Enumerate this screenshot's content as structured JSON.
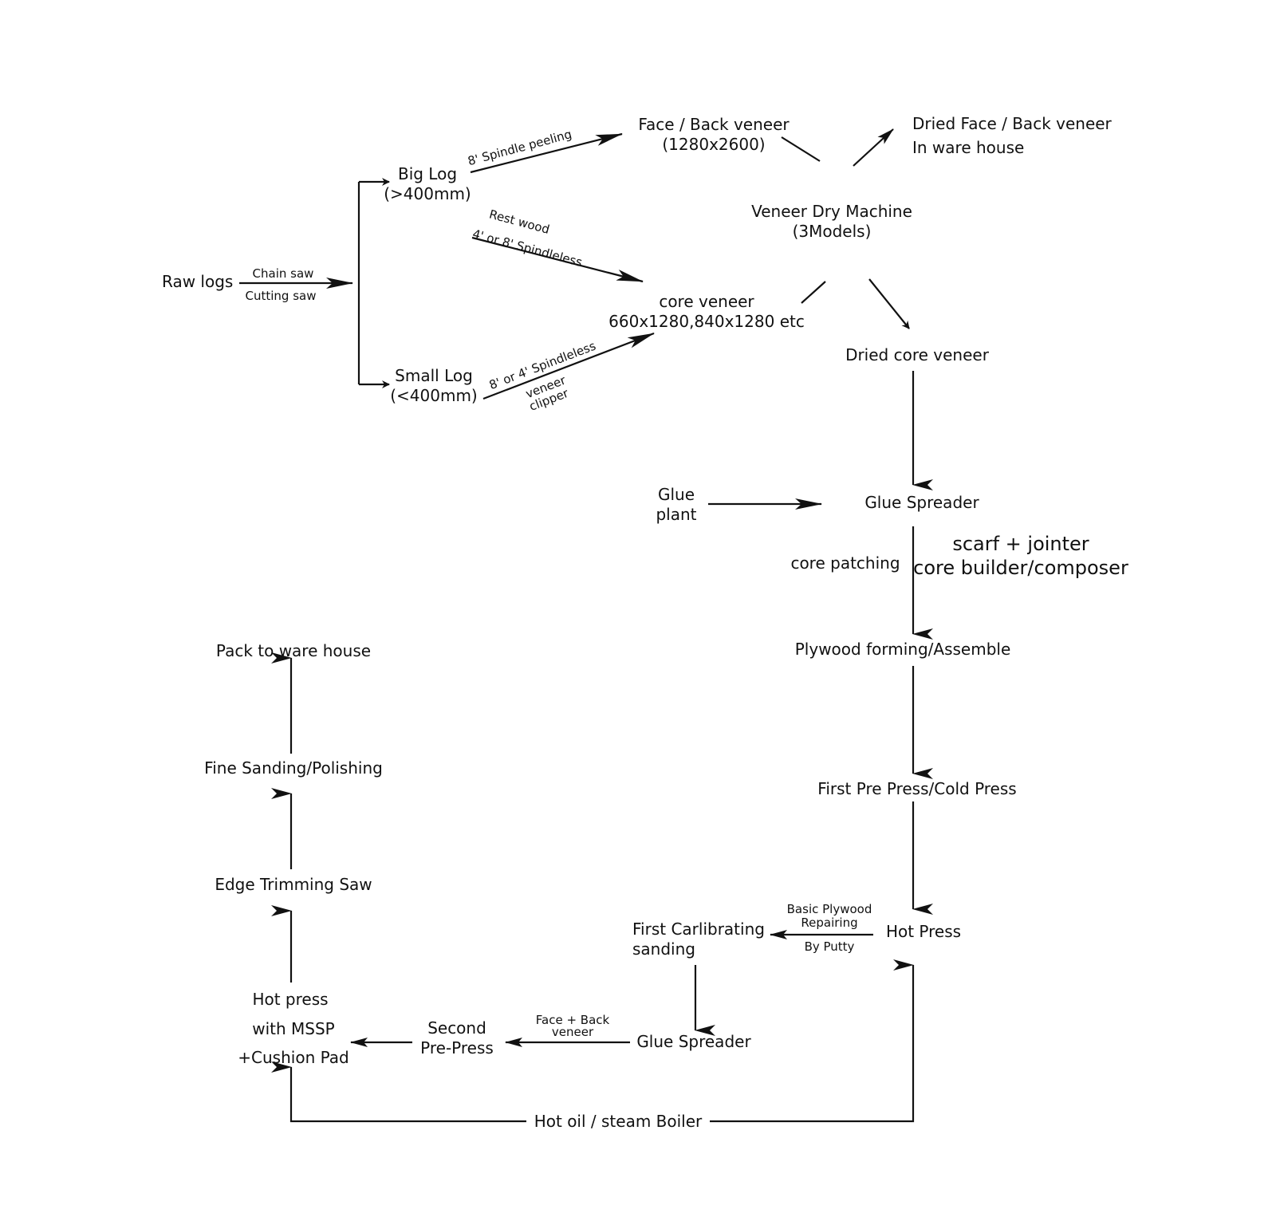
{
  "nodes": {
    "raw_logs": "Raw logs",
    "big_log": [
      "Big Log",
      "(>400mm)"
    ],
    "small_log": [
      "Small Log",
      "(<400mm)"
    ],
    "face_back_veneer": [
      "Face / Back veneer",
      "(1280x2600)"
    ],
    "core_veneer": [
      "core veneer",
      "660x1280,840x1280 etc"
    ],
    "dried_face_back": [
      "Dried Face / Back veneer",
      "In ware house"
    ],
    "veneer_dry_machine": [
      "Veneer Dry Machine",
      "(3Models)"
    ],
    "dried_core_veneer": "Dried core veneer",
    "glue_plant": [
      "Glue",
      "plant"
    ],
    "glue_spreader_1": "Glue Spreader",
    "core_patching": "core patching",
    "scarf_jointer": [
      "scarf + jointer",
      "core builder/composer"
    ],
    "plywood_forming": "Plywood forming/Assemble",
    "first_pre_press": "First Pre Press/Cold Press",
    "hot_press": "Hot Press",
    "first_calibrating": [
      "First Carlibrating",
      "sanding"
    ],
    "glue_spreader_2": "Glue Spreader",
    "second_pre_press": [
      "Second",
      "Pre-Press"
    ],
    "hot_press_mssp": [
      "Hot press",
      "with MSSP",
      "+Cushion Pad"
    ],
    "edge_trimming": "Edge Trimming Saw",
    "fine_sanding": "Fine Sanding/Polishing",
    "pack_warehouse": "Pack to ware house",
    "boiler": "Hot oil / steam Boiler"
  },
  "edge_labels": {
    "chain_saw": "Chain saw",
    "cutting_saw": "Cutting saw",
    "spindle_peeling": "8' Spindle peeling",
    "rest_wood": "Rest wood",
    "spindleless_48": "4' or 8' Spindleless",
    "spindleless_84": "8' or 4' Spindleless",
    "veneer_clipper": [
      "veneer",
      "clipper"
    ],
    "basic_repairing": [
      "Basic Plywood",
      "Repairing"
    ],
    "by_putty": "By Putty",
    "face_back_label": [
      "Face + Back",
      "veneer"
    ]
  },
  "colors": {
    "ink": "#111111",
    "background": "#ffffff"
  }
}
